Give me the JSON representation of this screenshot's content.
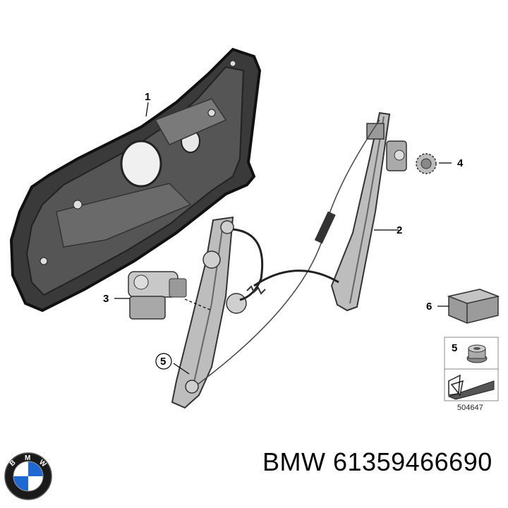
{
  "callouts": {
    "c1": "1",
    "c2": "2",
    "c3": "3",
    "c4": "4",
    "c5": "5",
    "c6": "6",
    "c5box": "5"
  },
  "diagram_ref": "504647",
  "footer": {
    "brand": "BMW",
    "part_number": "61359466690"
  },
  "logo": {
    "letters": [
      "B",
      "M",
      "W"
    ],
    "quadrant_blue": "#1c69d4",
    "ring": "#1a1a1a"
  }
}
